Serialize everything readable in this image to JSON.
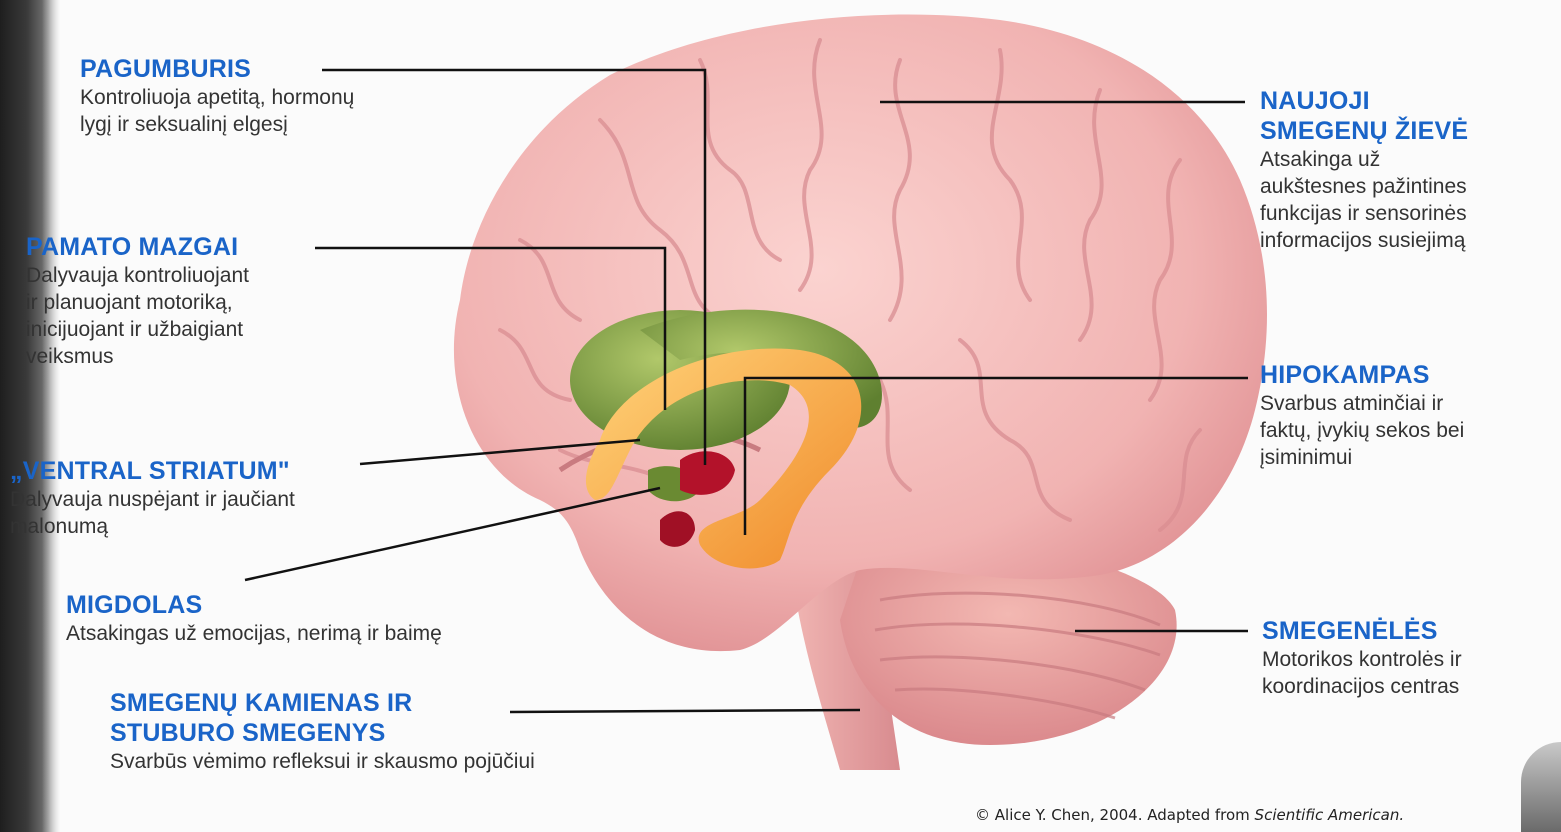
{
  "labels": {
    "pagumburis": {
      "title": "PAGUMBURIS",
      "lines": [
        "Kontroliuoja apetitą, hormonų",
        "lygį ir seksualinį elgesį"
      ]
    },
    "pamato_mazgai": {
      "title": "PAMATO MAZGAI",
      "lines": [
        "Dalyvauja kontroliuojant",
        "ir planuojant motoriką,",
        "inicijuojant ir užbaigiant",
        "veiksmus"
      ]
    },
    "ventral_striatum": {
      "title": "„VENTRAL STRIATUM\"",
      "lines": [
        "Dalyvauja nuspėjant ir jaučiant",
        "malonumą"
      ]
    },
    "migdolas": {
      "title": "MIGDOLAS",
      "lines": [
        "Atsakingas už emocijas, nerimą ir baimę"
      ]
    },
    "smegenu_kamienas": {
      "title_lines": [
        "SMEGENŲ KAMIENAS IR",
        "STUBURO SMEGENYS"
      ],
      "lines": [
        "Svarbūs vėmimo refleksui ir skausmo pojūčiui"
      ]
    },
    "naujoji_zieve": {
      "title_lines": [
        "NAUJOJI",
        "SMEGENŲ ŽIEVĖ"
      ],
      "lines": [
        "Atsakinga už",
        "aukštesnes pažintines",
        "funkcijas ir sensorinės",
        "informacijos susiejimą"
      ]
    },
    "hipokampas": {
      "title": "HIPOKAMPAS",
      "lines": [
        "Svarbus atminčiai ir",
        "faktų, įvykių sekos bei",
        "įsiminimui"
      ]
    },
    "smegeneles": {
      "title": "SMEGENĖLĖS",
      "lines": [
        "Motorikos kontrolės ir",
        "koordinacijos centras"
      ]
    }
  },
  "credit": {
    "prefix": "© Alice Y. Chen, 2004. Adapted from ",
    "source": "Scientific American."
  },
  "colors": {
    "label_blue": "#1a64c8",
    "brain_pink": "#f2b8b8",
    "basal_green": "#7a9a3a",
    "hippocampus_orange": "#f3a23d",
    "hypothalamus_red": "#b3122a"
  }
}
